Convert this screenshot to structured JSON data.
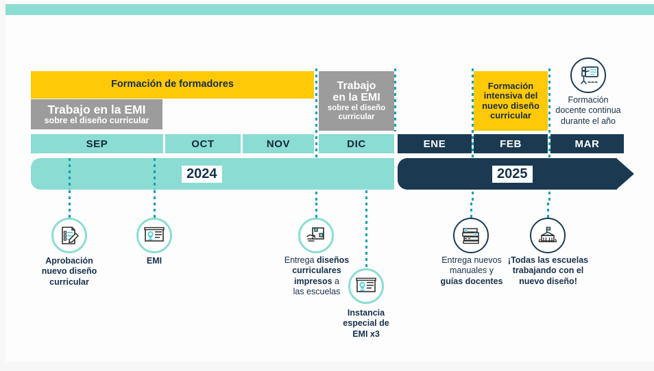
{
  "colors": {
    "teal": "#8BDCD2",
    "teal_dot": "#0f9fae",
    "yellow": "#FFC907",
    "gray": "#9C9C9C",
    "navy": "#1B3A52",
    "text_navy": "#16304a",
    "white": "#ffffff"
  },
  "timeline": {
    "bars": {
      "formacion_formadores": {
        "label": "Formación de formadores"
      },
      "trabajo_emi_left": {
        "title": "Trabajo en la EMI",
        "subtitle": "sobre el diseño curricular"
      },
      "trabajo_emi_dic": {
        "title_line1": "Trabajo",
        "title_line2": "en la EMI",
        "subtitle_line1": "sobre el diseño",
        "subtitle_line2": "curricular"
      },
      "formacion_intensiva": {
        "line1": "Formación",
        "line2": "intensiva del",
        "line3": "nuevo diseño",
        "line4": "curricular"
      }
    },
    "months": [
      {
        "label": "SEP",
        "year": "2024"
      },
      {
        "label": "OCT",
        "year": "2024"
      },
      {
        "label": "NOV",
        "year": "2024"
      },
      {
        "label": "DIC",
        "year": "2024"
      },
      {
        "label": "ENE",
        "year": "2025"
      },
      {
        "label": "FEB",
        "year": "2025"
      },
      {
        "label": "MAR",
        "year": "2025"
      }
    ],
    "years": [
      {
        "label": "2024"
      },
      {
        "label": "2025"
      }
    ]
  },
  "milestones": [
    {
      "icon": "checklist-pencil-icon",
      "caption_line1": "Aprobación",
      "caption_line2": "nuevo diseño",
      "caption_line3": "curricular",
      "style": "bold"
    },
    {
      "icon": "presentation-board-icon",
      "caption_line1": "EMI",
      "style": "bold"
    },
    {
      "icon": "package-delivery-icon",
      "caption_part1": "Entrega ",
      "caption_bold1": "diseños",
      "caption_bold2": "curriculares",
      "caption_bold3": "impresos",
      "caption_part2": " a",
      "caption_line4": "las escuelas",
      "style": "mixed"
    },
    {
      "icon": "presentation-board-icon",
      "caption_line1": "Instancia",
      "caption_line2": "especial de",
      "caption_line3": "EMI x3",
      "style": "bold"
    },
    {
      "icon": "books-stack-icon",
      "caption_part1": "Entrega nuevos",
      "caption_part2": "manuales y",
      "caption_bold1": "guías docentes",
      "style": "mixed"
    },
    {
      "icon": "school-building-icon",
      "caption_line1": "¡Todas las escuelas",
      "caption_line2": "trabajando con el",
      "caption_line3": "nuevo diseño!",
      "style": "bold"
    }
  ],
  "side_note": {
    "icon": "teacher-whiteboard-icon",
    "line1": "Formación",
    "line2": "docente continua",
    "line3": "durante el año"
  }
}
